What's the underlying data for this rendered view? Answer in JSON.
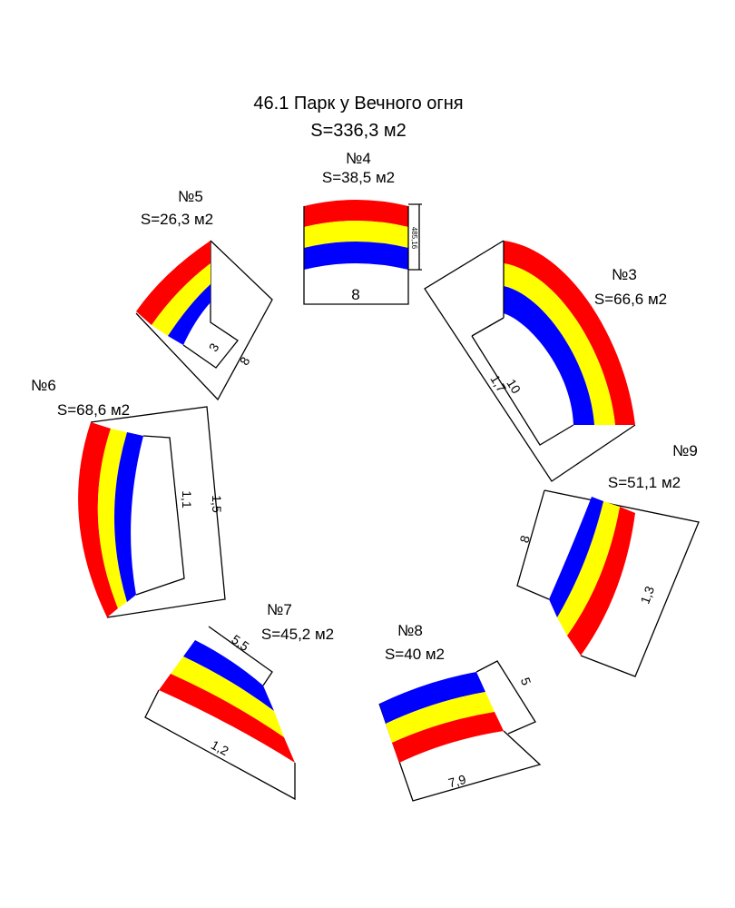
{
  "title": "46.1 Парк у Вечного огня",
  "total_area": "S=336,3 м2",
  "colors": {
    "red": "#ff0000",
    "yellow": "#ffff00",
    "blue": "#0000ff"
  },
  "sections": {
    "s4": {
      "num": "№4",
      "area": "S=38,5 м2",
      "dims": [
        "8",
        "485,16"
      ]
    },
    "s3": {
      "num": "№3",
      "area": "S=66,6 м2",
      "dims": [
        "1,7",
        "10"
      ]
    },
    "s9": {
      "num": "№9",
      "area": "S=51,1 м2",
      "dims": [
        "8",
        "1,3"
      ]
    },
    "s5": {
      "num": "№5",
      "area": "S=26,3 м2",
      "dims": [
        "3",
        "8"
      ]
    },
    "s6": {
      "num": "№6",
      "area": "S=68,6 м2",
      "dims": [
        "1,1",
        "1,5"
      ]
    },
    "s7": {
      "num": "№7",
      "area": "S=45,2 м2",
      "dims": [
        "5,5",
        "1,2"
      ]
    },
    "s8": {
      "num": "№8",
      "area": "S=40 м2",
      "dims": [
        "5",
        "7,9"
      ]
    }
  }
}
